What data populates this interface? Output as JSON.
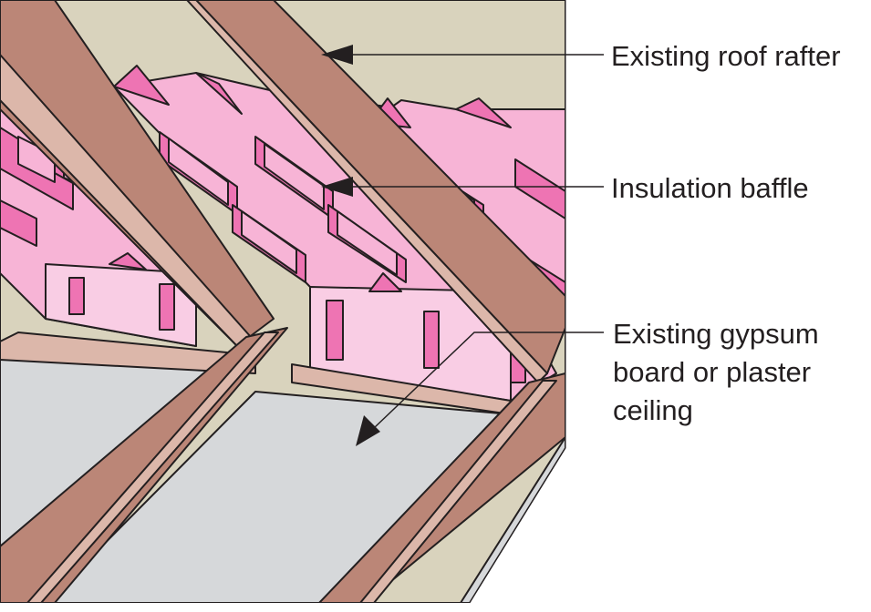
{
  "diagram": {
    "labels": {
      "rafter": "Existing roof rafter",
      "baffle": "Insulation baffle",
      "ceiling_lines": [
        "Existing gypsum",
        "board or plaster",
        "ceiling"
      ]
    },
    "colors": {
      "sheathing": "#d9d3bd",
      "rafter": "#bb8677",
      "rafter_light": "#dcb7aa",
      "baffle": "#f7b4d6",
      "baffle_dark": "#ee74b3",
      "baffle_light": "#f9cde4",
      "ceiling": "#d6d8da",
      "outline": "#231f20",
      "leader": "#231f20"
    }
  }
}
